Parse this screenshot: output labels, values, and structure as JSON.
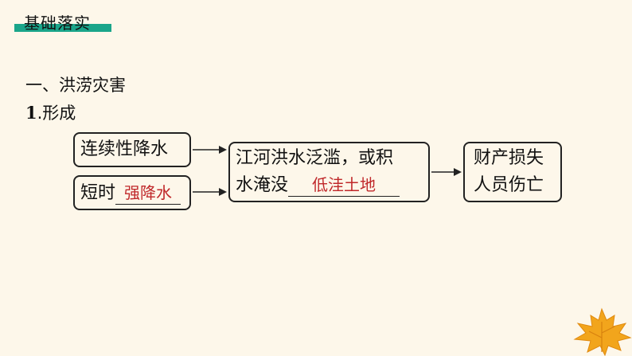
{
  "section_tag": "基础落实",
  "heading": "一、洪涝灾害",
  "subheading": {
    "num": "1",
    "text": ".形成"
  },
  "flow": {
    "cause1": "连续性降水",
    "cause2_prefix": "短时",
    "cause2_answer": "强降水",
    "result_line1": "江河洪水泛滥，或积",
    "result_line2_prefix": "水淹没",
    "result_answer": "低洼土地",
    "impact_line1": "财产损失",
    "impact_line2": "人员伤亡"
  },
  "colors": {
    "tag_bar": "#1aa58a",
    "answer": "#c0282a",
    "background": "#fdf7ea",
    "leaf": "#f2a51c"
  }
}
